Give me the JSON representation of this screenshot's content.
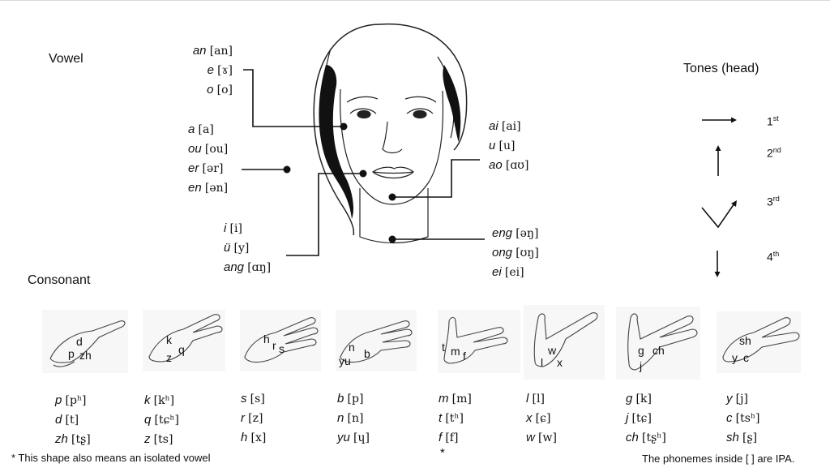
{
  "titles": {
    "vowel": "Vowel",
    "consonant": "Consonant",
    "tones": "Tones (head)"
  },
  "vowel_groups": [
    {
      "items": [
        {
          "latin": "an",
          "ipa": "[an]"
        },
        {
          "latin": "e",
          "ipa": "[ɤ]"
        },
        {
          "latin": "o",
          "ipa": "[o]"
        }
      ]
    },
    {
      "items": [
        {
          "latin": "a",
          "ipa": "[a]"
        },
        {
          "latin": "ou",
          "ipa": "[ou]"
        },
        {
          "latin": "er",
          "ipa": "[ər]"
        },
        {
          "latin": "en",
          "ipa": "[ən]"
        }
      ]
    },
    {
      "items": [
        {
          "latin": "i",
          "ipa": "[i]"
        },
        {
          "latin": "ü",
          "ipa": "[y]"
        },
        {
          "latin": "ang",
          "ipa": "[ɑŋ]"
        }
      ]
    },
    {
      "items": [
        {
          "latin": "ai",
          "ipa": "[ai]"
        },
        {
          "latin": "u",
          "ipa": "[u]"
        },
        {
          "latin": "ao",
          "ipa": "[ɑʊ]"
        }
      ]
    },
    {
      "items": [
        {
          "latin": "eng",
          "ipa": "[əŋ]"
        },
        {
          "latin": "ong",
          "ipa": "[ʊŋ]"
        },
        {
          "latin": "ei",
          "ipa": "[ei]"
        }
      ]
    }
  ],
  "tones": [
    {
      "num": "1",
      "sup": "st",
      "icon": "arrow-right-icon"
    },
    {
      "num": "2",
      "sup": "nd",
      "icon": "arrow-up-icon"
    },
    {
      "num": "3",
      "sup": "rd",
      "icon": "check-arrow-icon"
    },
    {
      "num": "4",
      "sup": "th",
      "icon": "arrow-down-icon"
    }
  ],
  "hands": [
    {
      "tags": [
        "d",
        "p",
        "zh"
      ]
    },
    {
      "tags": [
        "k",
        "q",
        "z"
      ]
    },
    {
      "tags": [
        "h",
        "r",
        "s"
      ]
    },
    {
      "tags": [
        "n",
        "yu",
        "b"
      ]
    },
    {
      "tags": [
        "t",
        "m",
        "f"
      ]
    },
    {
      "tags": [
        "w",
        "l",
        "x"
      ]
    },
    {
      "tags": [
        "g",
        "ch",
        "j"
      ]
    },
    {
      "tags": [
        "sh",
        "y",
        "c"
      ]
    }
  ],
  "consonant_groups": [
    {
      "items": [
        {
          "latin": "p",
          "ipa": "[pʰ]"
        },
        {
          "latin": "d",
          "ipa": "[t]"
        },
        {
          "latin": "zh",
          "ipa": "[tʂ]"
        }
      ]
    },
    {
      "items": [
        {
          "latin": "k",
          "ipa": "[kʰ]"
        },
        {
          "latin": "q",
          "ipa": "[tɕʰ]"
        },
        {
          "latin": "z",
          "ipa": "[ts]"
        }
      ]
    },
    {
      "items": [
        {
          "latin": "s",
          "ipa": "[s]"
        },
        {
          "latin": "r",
          "ipa": "[z]"
        },
        {
          "latin": "h",
          "ipa": "[x]"
        }
      ]
    },
    {
      "items": [
        {
          "latin": "b",
          "ipa": "[p]"
        },
        {
          "latin": "n",
          "ipa": "[n]"
        },
        {
          "latin": "yu",
          "ipa": "[ɥ]"
        }
      ]
    },
    {
      "items": [
        {
          "latin": "m",
          "ipa": "[m]"
        },
        {
          "latin": "t",
          "ipa": "[tʰ]"
        },
        {
          "latin": "f",
          "ipa": "[f]"
        }
      ],
      "mark": "*"
    },
    {
      "items": [
        {
          "latin": "l",
          "ipa": "[l]"
        },
        {
          "latin": "x",
          "ipa": "[ɕ]"
        },
        {
          "latin": "w",
          "ipa": "[w]"
        }
      ]
    },
    {
      "items": [
        {
          "latin": "g",
          "ipa": "[k]"
        },
        {
          "latin": "j",
          "ipa": "[tɕ]"
        },
        {
          "latin": "ch",
          "ipa": "[tʂʰ]"
        }
      ]
    },
    {
      "items": [
        {
          "latin": "y",
          "ipa": "[j]"
        },
        {
          "latin": "c",
          "ipa": "[tsʰ]"
        },
        {
          "latin": "sh",
          "ipa": "[ʂ]"
        }
      ]
    }
  ],
  "footnotes": {
    "left": "*  This shape also means an isolated vowel",
    "right": "The phonemes inside [ ] are IPA."
  }
}
